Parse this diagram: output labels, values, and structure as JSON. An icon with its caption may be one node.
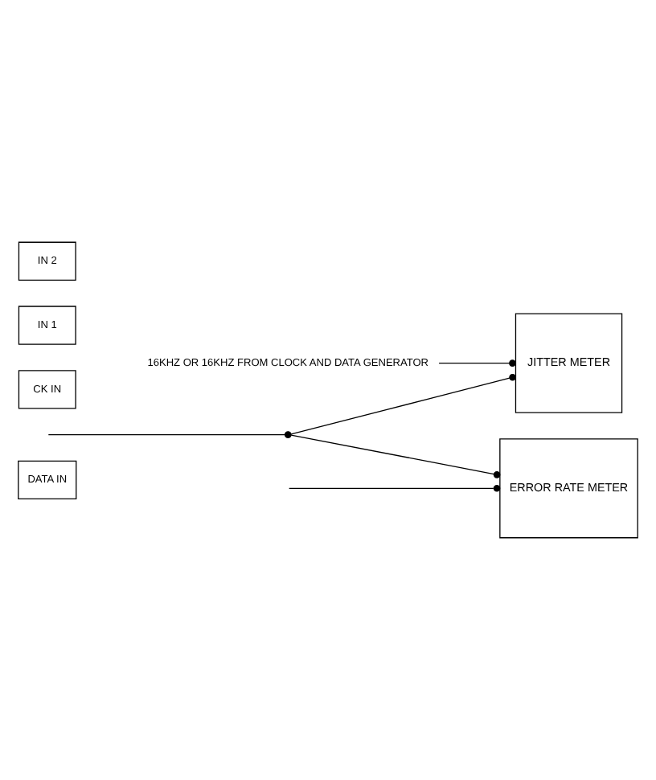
{
  "diagram": {
    "nodes": [
      {
        "text": [
          "DATA IN"
        ]
      },
      {
        "text": [
          "ERROR RATE METER"
        ]
      },
      {
        "text": [
          "CK IN"
        ]
      },
      {
        "text": [],
        "shape": "circle"
      },
      {
        "text": [
          "IN 1"
        ]
      },
      {
        "text": [
          "JITTER METER"
        ]
      },
      {
        "text": [
          "IN 2"
        ]
      },
      {
        "text": [
          "16KHZ OR 16KHZ FROM CLOCK AND DATA GENERATOR"
        ]
      }
    ],
    "edges": [
      {
        "from": null,
        "to": 1,
        "arrow": "other"
      },
      {
        "from": null,
        "to": 3,
        "arrow": "none"
      },
      {
        "from": 3,
        "to": 1,
        "arrow": "other"
      },
      {
        "from": 3,
        "to": 5,
        "arrow": "other"
      },
      {
        "from": 7,
        "to": 5,
        "arrow": "other"
      }
    ]
  }
}
